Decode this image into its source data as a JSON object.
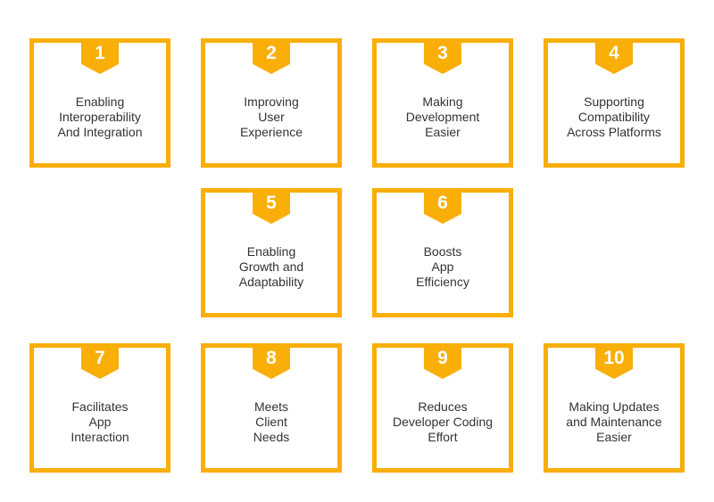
{
  "accent_color": "#F9AE08",
  "cards": [
    {
      "number": "1",
      "lines": [
        "Enabling",
        "Interoperability",
        "And Integration"
      ]
    },
    {
      "number": "2",
      "lines": [
        "Improving",
        "User",
        "Experience"
      ]
    },
    {
      "number": "3",
      "lines": [
        "Making",
        "Development",
        "Easier"
      ]
    },
    {
      "number": "4",
      "lines": [
        "Supporting",
        "Compatibility",
        "Across Platforms"
      ]
    },
    {
      "number": "5",
      "lines": [
        "Enabling",
        "Growth and",
        "Adaptability"
      ]
    },
    {
      "number": "6",
      "lines": [
        "Boosts",
        "App",
        "Efficiency"
      ]
    },
    {
      "number": "7",
      "lines": [
        "Facilitates",
        "App",
        "Interaction"
      ]
    },
    {
      "number": "8",
      "lines": [
        "Meets",
        "Client",
        "Needs"
      ]
    },
    {
      "number": "9",
      "lines": [
        "Reduces",
        "Developer Coding",
        "Effort"
      ]
    },
    {
      "number": "10",
      "lines": [
        "Making Updates",
        "and Maintenance",
        "Easier"
      ]
    }
  ]
}
